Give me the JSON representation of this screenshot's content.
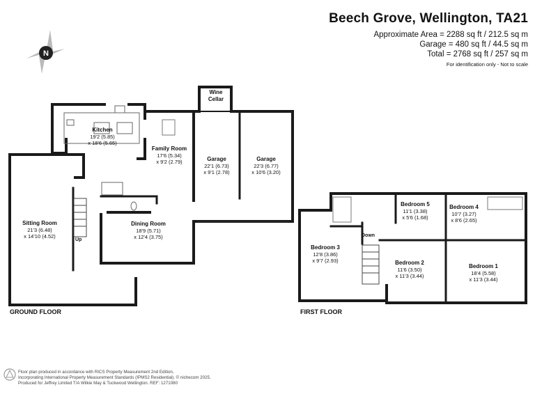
{
  "header": {
    "title": "Beech Grove, Wellington, TA21",
    "approx_area": "Approximate Area = 2288 sq ft / 212.5 sq m",
    "garage_area": "Garage = 480 sq ft / 44.5 sq m",
    "total_area": "Total = 2768 sq ft / 257 sq m",
    "note": "For identification only - Not to scale"
  },
  "compass": {
    "label": "N"
  },
  "floors": {
    "ground": "GROUND FLOOR",
    "first": "FIRST FLOOR"
  },
  "rooms": {
    "kitchen": {
      "name": "Kitchen",
      "d1": "19'2 (5.85)",
      "d2": "x 18'6 (5.65)"
    },
    "family": {
      "name": "Family Room",
      "d1": "17'6 (5.34)",
      "d2": "x 9'2 (2.79)"
    },
    "wine": {
      "name1": "Wine",
      "name2": "Cellar"
    },
    "garage1": {
      "name": "Garage",
      "d1": "22'1 (6.73)",
      "d2": "x 9'1 (2.78)"
    },
    "garage2": {
      "name": "Garage",
      "d1": "22'3 (6.77)",
      "d2": "x 10'6 (3.20)"
    },
    "sitting": {
      "name": "Sitting Room",
      "d1": "21'3 (6.48)",
      "d2": "x 14'10 (4.52)"
    },
    "dining": {
      "name": "Dining Room",
      "d1": "18'9 (5.71)",
      "d2": "x 12'4 (3.75)"
    },
    "bed5": {
      "name": "Bedroom 5",
      "d1": "11'1 (3.38)",
      "d2": "x 5'6 (1.68)"
    },
    "bed4": {
      "name": "Bedroom 4",
      "d1": "10'7 (3.27)",
      "d2": "x 8'6 (2.65)"
    },
    "bed3": {
      "name": "Bedroom 3",
      "d1": "12'8 (3.86)",
      "d2": "x 9'7 (2.93)"
    },
    "bed2": {
      "name": "Bedroom 2",
      "d1": "11'6 (3.50)",
      "d2": "x 11'3 (3.44)"
    },
    "bed1": {
      "name": "Bedroom 1",
      "d1": "18'4 (5.58)",
      "d2": "x 11'3 (3.44)"
    }
  },
  "stairs": {
    "up": "Up",
    "down": "Down"
  },
  "footer": {
    "line1": "Floor plan produced in accordance with RICS Property Measurement 2nd Edition,",
    "line2": "Incorporating International Property Measurement Standards (IPMS2 Residential).  © nichecom 2025.",
    "line3": "Produced for Jeffrey Limited T/A Wilkie May & Tuckwood Wellington.   REF:  1271080"
  }
}
